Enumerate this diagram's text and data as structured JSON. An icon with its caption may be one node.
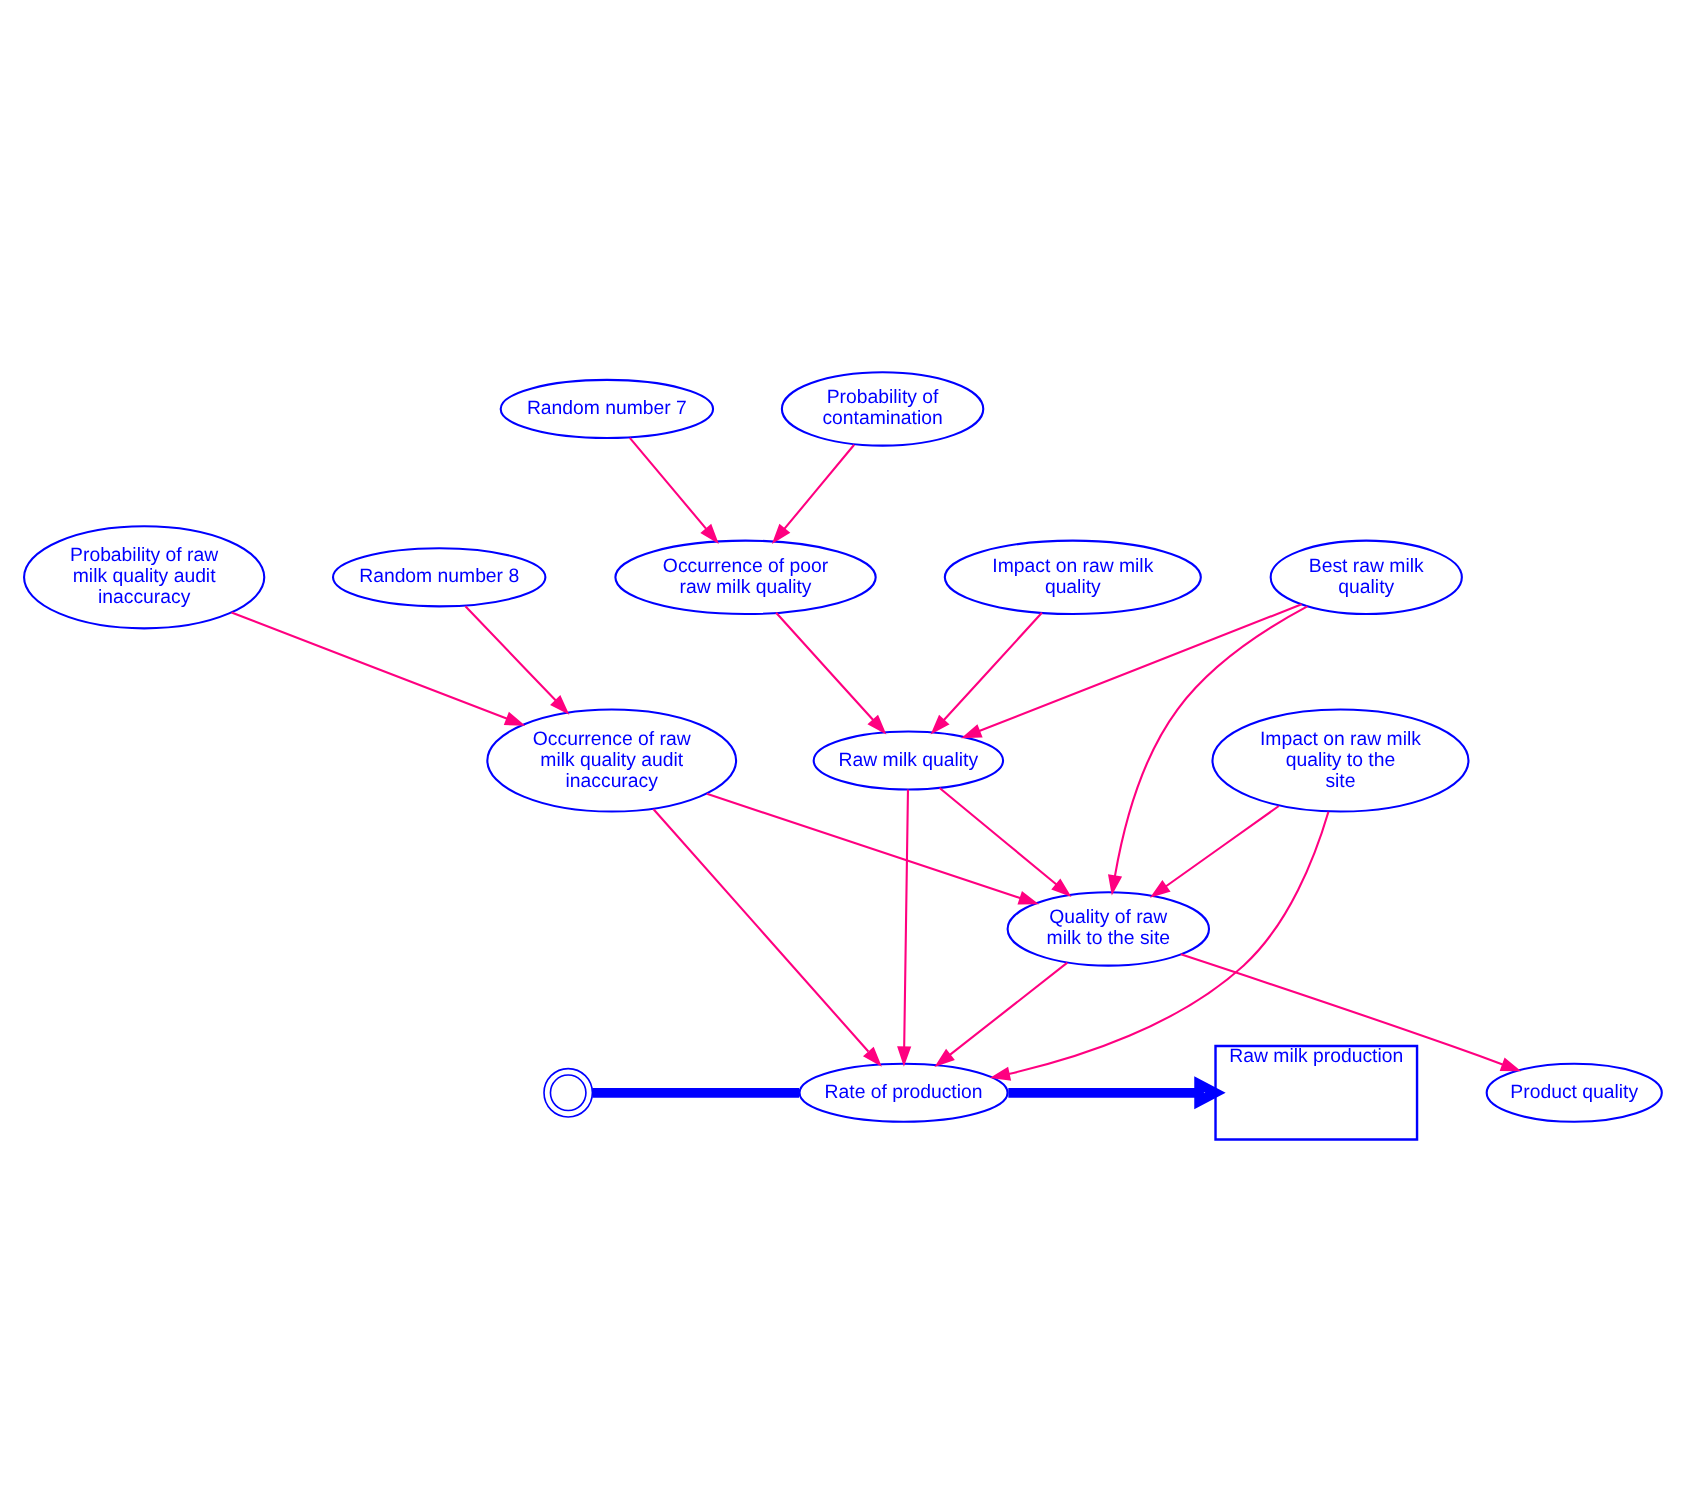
{
  "diagram": {
    "nodes": [
      {
        "text": [
          "Random number 7"
        ]
      },
      {
        "text": [
          "Probability of contamination"
        ]
      },
      {
        "text": [
          "Occurrence of poor raw milk quality"
        ]
      },
      {
        "text": [
          "Random number 8"
        ]
      },
      {
        "text": [
          "Probability of raw milk quality audit inaccuracy"
        ]
      },
      {
        "text": [
          "Impact on raw milk quality"
        ]
      },
      {
        "text": [
          "Occurrence of raw milk quality audit inaccuracy"
        ]
      },
      {
        "text": [
          "Raw milk quality"
        ]
      },
      {
        "text": [
          "Best raw milk quality"
        ]
      },
      {
        "text": [
          "Impact on raw milk quality to the site"
        ]
      },
      {
        "text": [
          "Quality of raw milk to the site"
        ]
      },
      {
        "text": [
          "Product quality"
        ]
      },
      {
        "text": [
          "Raw milk production"
        ]
      },
      {
        "text": [
          "Rate of production"
        ]
      },
      {
        "text": [],
        "shape": "cloud"
      }
    ],
    "edges": [
      {
        "from": 0,
        "to": 2,
        "arrow": "to"
      },
      {
        "from": 1,
        "to": 2,
        "arrow": "to"
      },
      {
        "from": 4,
        "to": 6,
        "arrow": "to"
      },
      {
        "from": 3,
        "to": 6,
        "arrow": "to"
      },
      {
        "from": 5,
        "to": 7,
        "arrow": "to"
      },
      {
        "from": 2,
        "to": 7,
        "arrow": "to"
      },
      {
        "from": 8,
        "to": 7,
        "arrow": "to"
      },
      {
        "from": 6,
        "to": 10,
        "arrow": "to"
      },
      {
        "from": 7,
        "to": 10,
        "arrow": "to"
      },
      {
        "from": 8,
        "to": 10,
        "arrow": "to"
      },
      {
        "from": 9,
        "to": 10,
        "arrow": "to"
      },
      {
        "from": 6,
        "to": 13,
        "arrow": "to"
      },
      {
        "from": 7,
        "to": 13,
        "arrow": "to"
      },
      {
        "from": 9,
        "to": 13,
        "arrow": "to"
      },
      {
        "from": 10,
        "to": 13,
        "arrow": "to"
      },
      {
        "from": 10,
        "to": 11,
        "arrow": "to"
      },
      {
        "from": 14,
        "to": 13,
        "arrow": "none",
        "style": "thick",
        "color": "#0000ff"
      },
      {
        "from": 13,
        "to": 12,
        "arrow": "to",
        "style": "thick",
        "color": "#0000ff"
      }
    ]
  }
}
